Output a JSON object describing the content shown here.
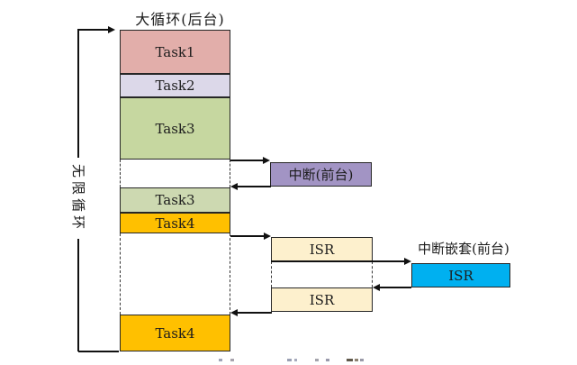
{
  "colors": {
    "task1_fill": "#e2aeaa",
    "task2_fill": "#dcd8e9",
    "task3_fill": "#c6d7a0",
    "task3_second_fill": "#cdd9b1",
    "task4_fill": "#ffc000",
    "interrupt_fill": "#a294c4",
    "isr_fill": "#fdf0cd",
    "nested_isr_fill": "#00b0f0",
    "border": "#262626",
    "line": "#111111"
  },
  "diagram": {
    "title": "大循环(后台)",
    "loop_label": "无限循环",
    "tasks": [
      {
        "label": "Task1"
      },
      {
        "label": "Task2"
      },
      {
        "label": "Task3"
      },
      {
        "label": "Task3"
      },
      {
        "label": "Task4"
      },
      {
        "label": "Task4"
      }
    ],
    "interrupt": {
      "label": "中断(前台)"
    },
    "isrs": [
      {
        "label": "ISR"
      },
      {
        "label": "ISR"
      }
    ],
    "nested": {
      "title": "中断嵌套(前台)",
      "label": "ISR"
    }
  }
}
